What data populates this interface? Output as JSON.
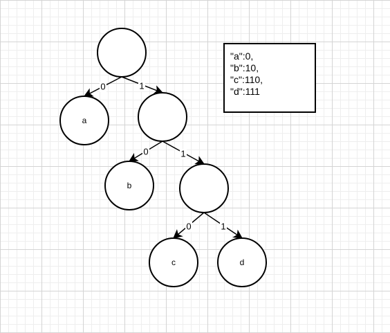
{
  "tree": {
    "nodes": [
      {
        "id": "root",
        "label": ""
      },
      {
        "id": "a",
        "label": "a"
      },
      {
        "id": "n1",
        "label": ""
      },
      {
        "id": "b",
        "label": "b"
      },
      {
        "id": "n2",
        "label": ""
      },
      {
        "id": "c",
        "label": "c"
      },
      {
        "id": "d",
        "label": "d"
      }
    ],
    "edges": [
      {
        "from": "root",
        "to": "a",
        "label": "0"
      },
      {
        "from": "root",
        "to": "n1",
        "label": "1"
      },
      {
        "from": "n1",
        "to": "b",
        "label": "0"
      },
      {
        "from": "n1",
        "to": "n2",
        "label": "1"
      },
      {
        "from": "n2",
        "to": "c",
        "label": "0"
      },
      {
        "from": "n2",
        "to": "d",
        "label": "1"
      }
    ]
  },
  "codes": {
    "lines": [
      "\"a\":0,",
      "\"b\":10,",
      "\"c\":110,",
      "\"d\":111"
    ]
  }
}
